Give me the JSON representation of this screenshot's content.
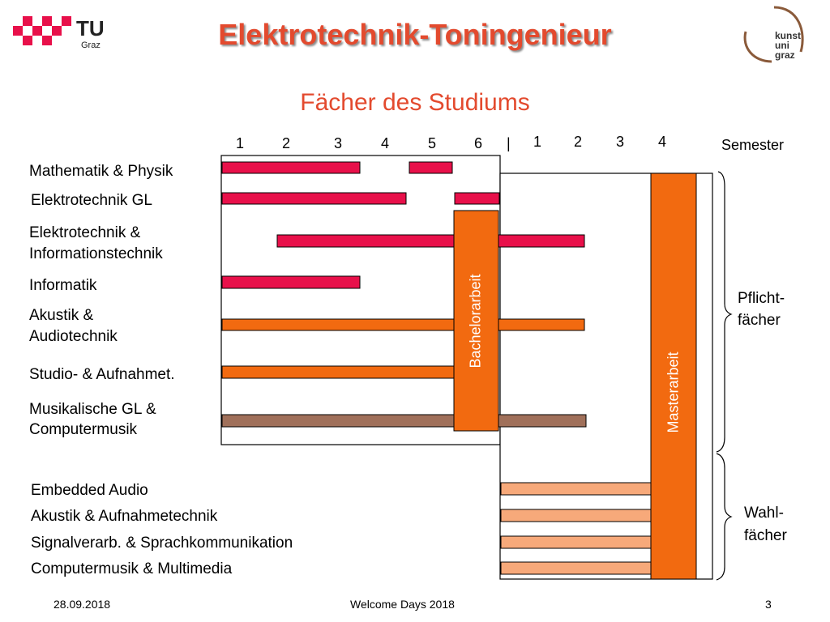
{
  "logos": {
    "tu_text": "TU",
    "tu_sub": "Graz",
    "kunst": [
      "kunst",
      "uni",
      "graz"
    ]
  },
  "title": "Elektrotechnik-Toningenieur",
  "subtitle": "Fächer des Studiums",
  "semesters": {
    "bachelor": [
      "1",
      "2",
      "3",
      "4",
      "5",
      "6"
    ],
    "separator": "|",
    "master": [
      "1",
      "2",
      "3",
      "4"
    ],
    "label": "Semester"
  },
  "subjects": {
    "mathe": "Mathematik & Physik",
    "etgl": "Elektrotechnik GL",
    "eit": [
      "Elektrotechnik &",
      "Informationstechnik"
    ],
    "informatik": "Informatik",
    "akustik": [
      "Akustik &",
      "Audiotechnik"
    ],
    "studio": "Studio- & Aufnahmet.",
    "musik": [
      "Musikalische GL &",
      "Computermusik"
    ]
  },
  "electives": [
    "Embedded Audio",
    "Akustik & Aufnahmetechnik",
    "Signalverarb. & Sprachkommunikation",
    "Computermusik & Multimedia"
  ],
  "blocks": {
    "bachelor": "Bachelorarbeit",
    "master": "Masterarbeit"
  },
  "groups": {
    "pflicht": [
      "Pflicht-",
      "fächer"
    ],
    "wahl": [
      "Wahl-",
      "fächer"
    ]
  },
  "colors": {
    "red": "#e8104a",
    "orange": "#f26a10",
    "brown": "#a0705a",
    "light": "#f7a97a",
    "title": "#e34a2e"
  },
  "footer": {
    "date": "28.09.2018",
    "event": "Welcome Days 2018",
    "page": "3"
  }
}
